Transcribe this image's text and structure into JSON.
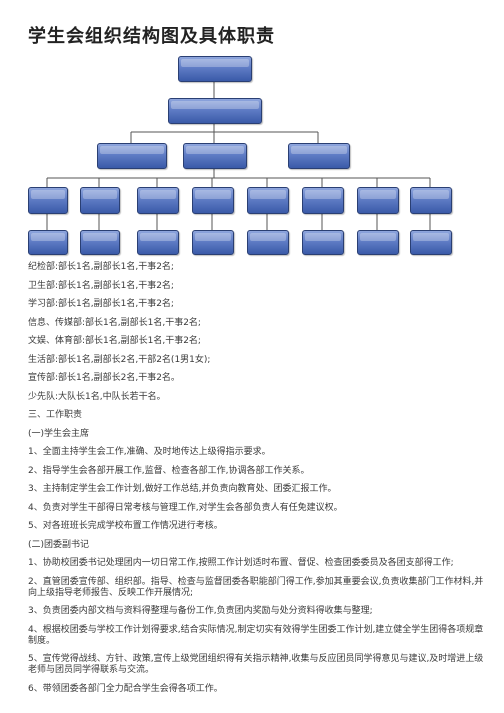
{
  "page": {
    "title": "学生会组织结构图及具体职责"
  },
  "org_chart": {
    "box_color": "#4a68b3",
    "line_color": "#555555"
  },
  "paragraphs": [
    "纪检部:部长1名,副部长1名,干事2名;",
    "卫生部:部长1名,副部长1名,干事2名;",
    "学习部:部长1名,副部长1名,干事2名;",
    "信息、传媒部:部长1名,副部长1名,干事2名;",
    "文娱、体育部:部长1名,副部长1名,干事2名;",
    "生活部:部长1名,副部长2名,干部2名(1男1女);",
    "宣传部:部长1名,副部长2名,干事2名。",
    "少先队:大队长1名,中队长若干名。",
    "三、工作职责",
    "(一)学生会主席",
    "1、全面主持学生会工作,准确、及时地传达上级得指示要求。",
    "2、指导学生会各部开展工作,监督、检查各部工作,协调各部工作关系。",
    "3、主持制定学生会工作计划,做好工作总结,并负责向教育处、团委汇报工作。",
    "4、负责对学生干部得日常考核与管理工作,对学生会各部负责人有任免建议权。",
    "5、对各班班长完成学校布置工作情况进行考核。",
    "(二)团委副书记",
    "1、协助校团委书记处理团内一切日常工作,按照工作计划适时布置、督促、检查团委委员及各团支部得工作;",
    "2、直管团委宣传部、组织部。指导、检查与监督团委各职能部门得工作,参加其重要会议,负责收集部门工作材料,并向上级指导老师报告、反映工作开展情况;",
    "3、负责团委内部文档与资料得整理与备份工作,负责团内奖励与处分资料得收集与整理;",
    "4、根据校团委与学校工作计划得要求,结合实际情况,制定切实有效得学生团委工作计划,建立健全学生团得各项规章制度。",
    "5、宣传党得战线、方针、政策,宣传上级党团组织得有关指示精神,收集与反应团员同学得意见与建议,及时增进上级老师与团员同学得联系与交流。",
    "6、带领团委各部门全力配合学生会得各项工作。"
  ]
}
